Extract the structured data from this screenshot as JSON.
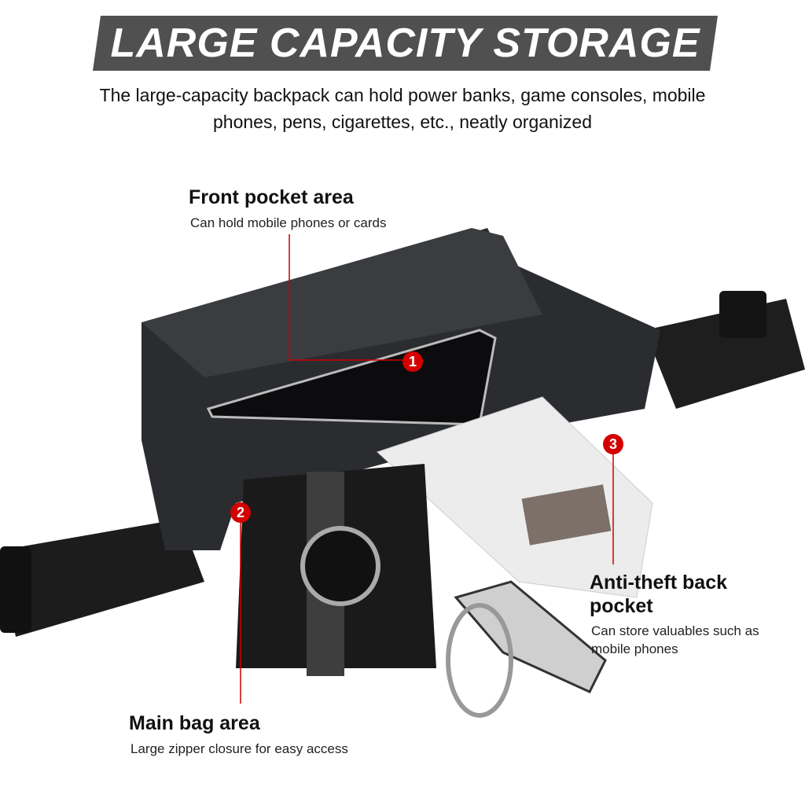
{
  "header": {
    "title": "LARGE CAPACITY STORAGE",
    "subtitle_line1": "The large-capacity backpack can hold power banks, game consoles, mobile",
    "subtitle_line2": "phones, pens, cigarettes, etc., neatly organized"
  },
  "callouts": [
    {
      "number": "1",
      "title": "Front pocket area",
      "description": "Can hold mobile phones or cards"
    },
    {
      "number": "2",
      "title": "Main bag area",
      "description": "Large zipper closure for easy access"
    },
    {
      "number": "3",
      "title_line1": "Anti-theft back",
      "title_line2": "pocket",
      "description_line1": "Can store valuables such as",
      "description_line2": "mobile phones"
    }
  ],
  "colors": {
    "banner": "#505050",
    "callout_red": "#d40000"
  }
}
